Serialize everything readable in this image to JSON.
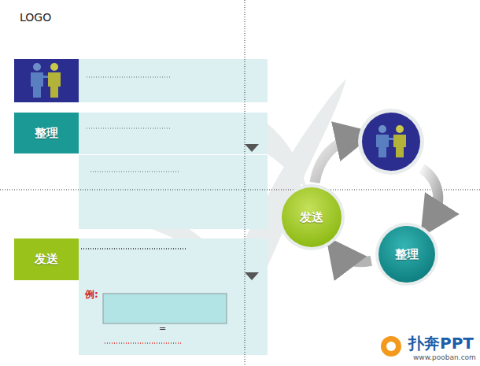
{
  "diagram": {
    "nodes": [
      {
        "text": [
          "整理"
        ]
      },
      {
        "text": [
          "发送"
        ]
      },
      {
        "text": [
          "发送"
        ]
      },
      {
        "text": [
          "整理"
        ]
      }
    ],
    "edges": [
      {
        "from": 3,
        "to": 2,
        "arrow": "to"
      }
    ],
    "labels": [
      "LOGO",
      "例:",
      "=",
      "扑奔PPT",
      "www.pooban.com"
    ]
  }
}
